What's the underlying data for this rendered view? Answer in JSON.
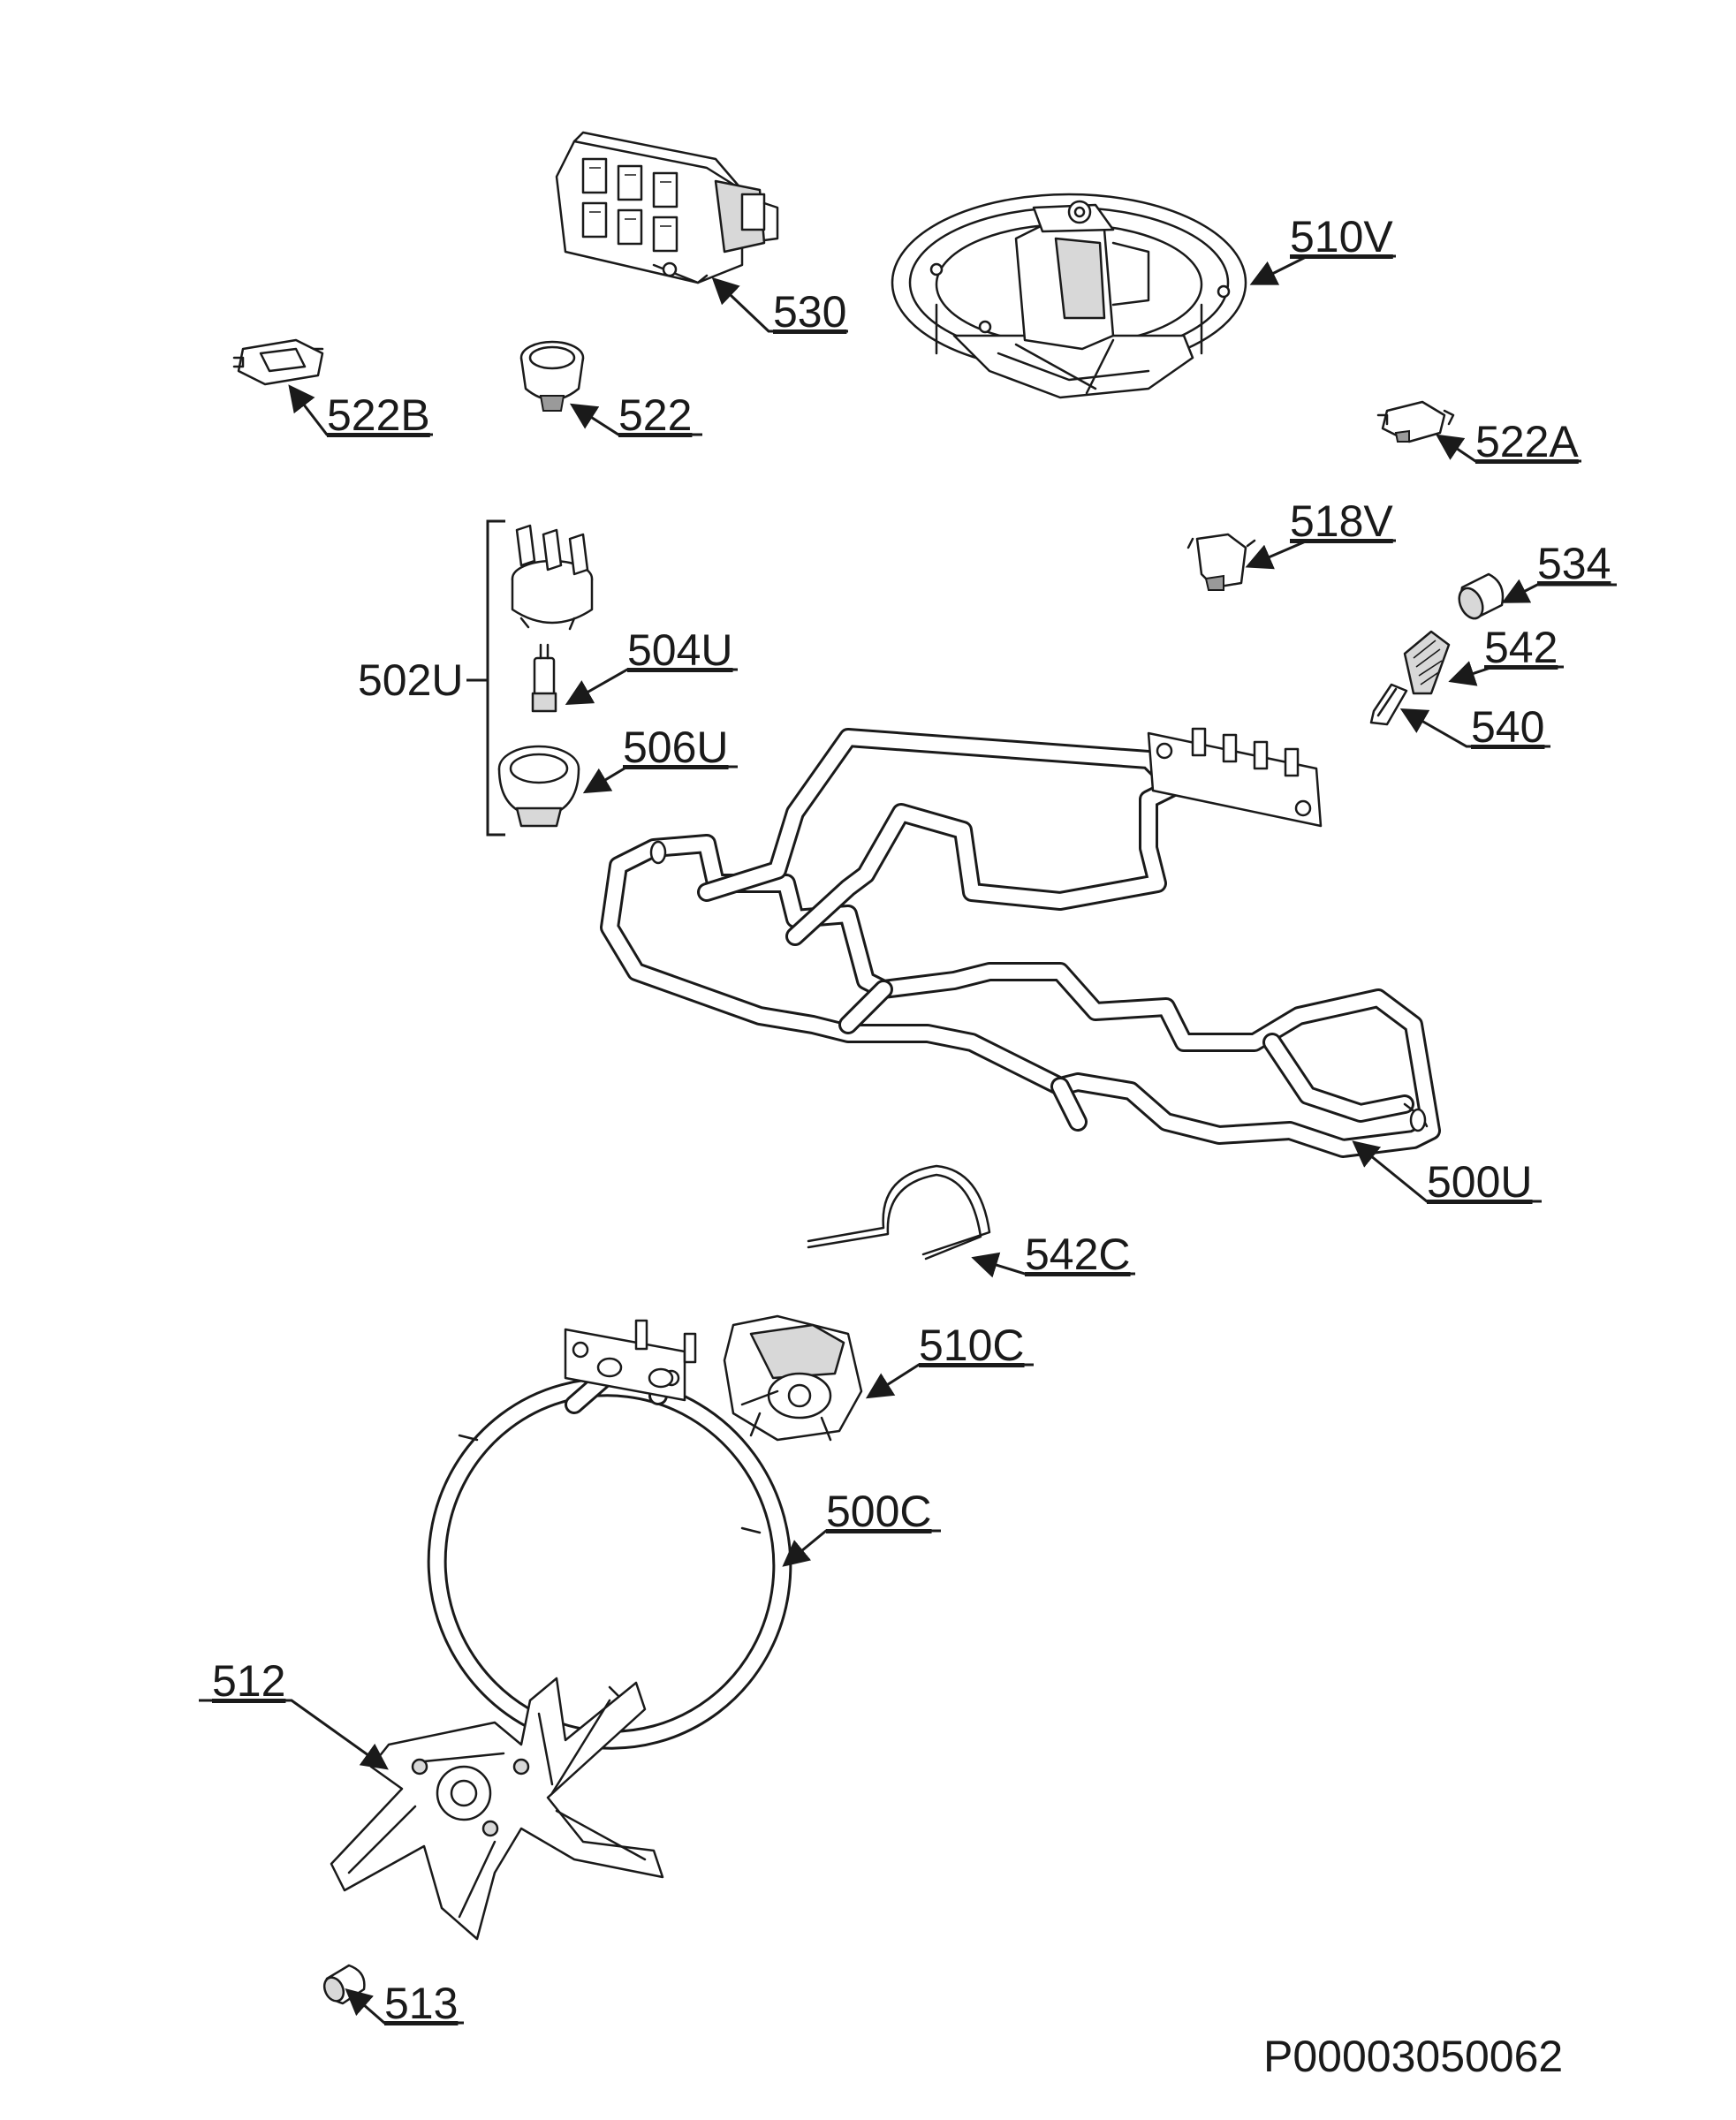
{
  "diagram": {
    "document_code": "P00003050062",
    "bracket_group_label": "502U",
    "parts": [
      {
        "id": "530",
        "label": "530"
      },
      {
        "id": "510V",
        "label": "510V"
      },
      {
        "id": "522B",
        "label": "522B"
      },
      {
        "id": "522",
        "label": "522"
      },
      {
        "id": "522A",
        "label": "522A"
      },
      {
        "id": "518V",
        "label": "518V"
      },
      {
        "id": "534",
        "label": "534"
      },
      {
        "id": "542",
        "label": "542"
      },
      {
        "id": "540",
        "label": "540"
      },
      {
        "id": "504U",
        "label": "504U"
      },
      {
        "id": "506U",
        "label": "506U"
      },
      {
        "id": "500U",
        "label": "500U"
      },
      {
        "id": "542C",
        "label": "542C"
      },
      {
        "id": "510C",
        "label": "510C"
      },
      {
        "id": "500C",
        "label": "500C"
      },
      {
        "id": "512",
        "label": "512"
      },
      {
        "id": "513",
        "label": "513"
      }
    ]
  }
}
